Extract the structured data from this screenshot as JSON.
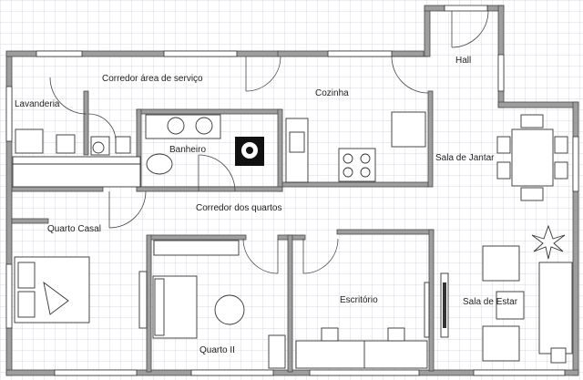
{
  "rooms": {
    "hall": "Hall",
    "service_corridor": "Corredor área de serviço",
    "laundry": "Lavanderia",
    "kitchen": "Cozinha",
    "bathroom": "Banheiro",
    "dining": "Sala de Jantar",
    "bedroom_corridor": "Corredor dos quartos",
    "master_bedroom": "Quarto Casal",
    "office": "Escritório",
    "living": "Sala de Estar",
    "bedroom_two": "Quarto II"
  },
  "colors": {
    "grid": "#c9ccd6",
    "wall": "#9e9e9e",
    "outline": "#333333",
    "text": "#222222"
  }
}
